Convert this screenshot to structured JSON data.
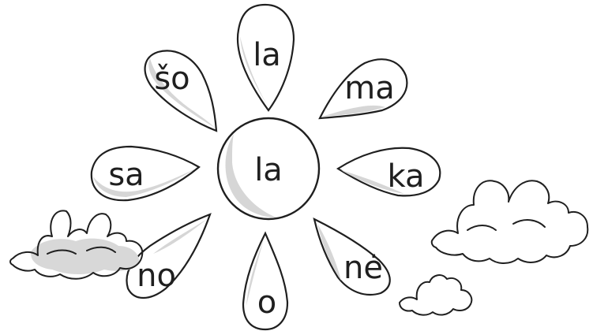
{
  "flower": {
    "center_syllable": "la",
    "petals": {
      "top": "la",
      "top_right": "ma",
      "right": "ka",
      "bottom_right": "nė",
      "bottom": "o",
      "bottom_left": "no",
      "left": "sa",
      "top_left": "šo"
    }
  },
  "colors": {
    "outline": "#1f1f1f",
    "shade": "#d6d6d6",
    "background": "#ffffff"
  }
}
